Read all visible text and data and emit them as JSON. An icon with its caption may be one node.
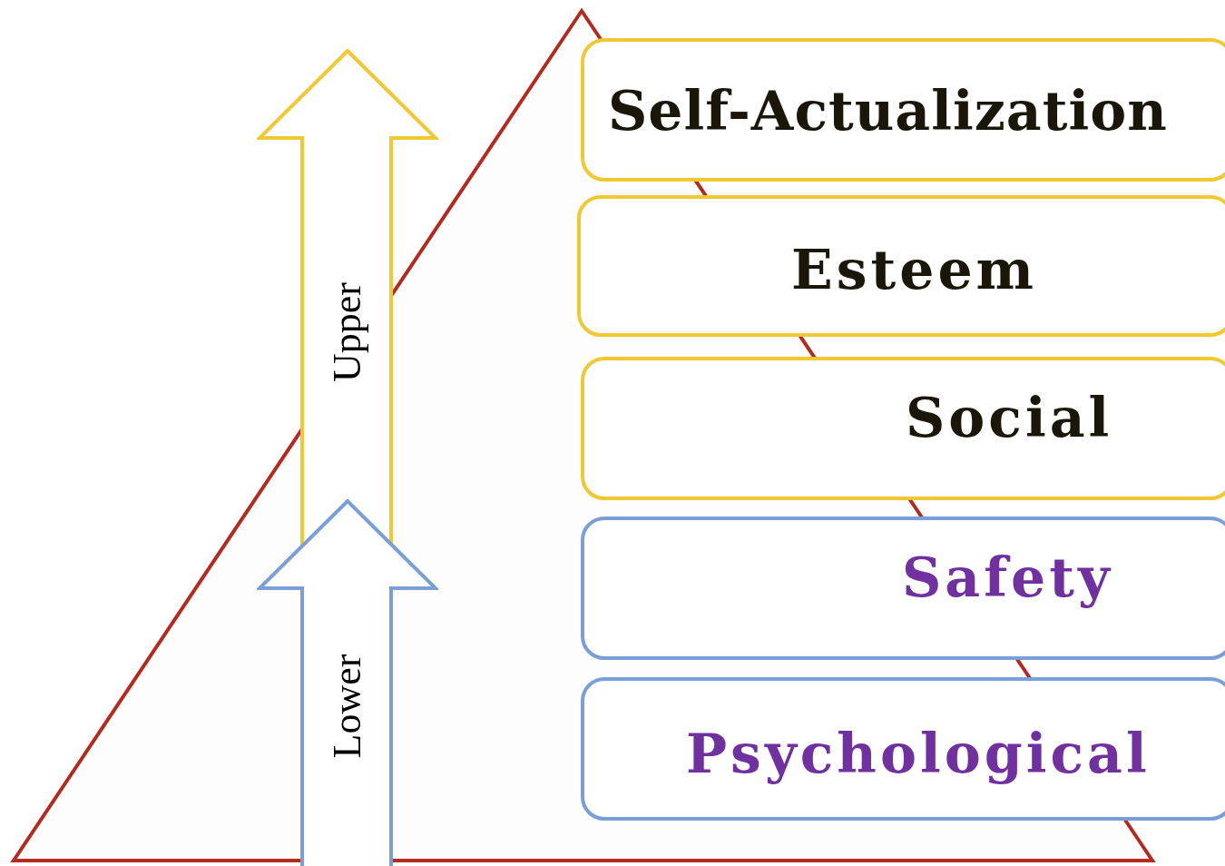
{
  "diagram": {
    "nodes": [
      {
        "text": [
          "Self-Actualization"
        ]
      },
      {
        "text": [
          "Esteem"
        ]
      },
      {
        "text": [
          "Social"
        ]
      },
      {
        "text": [
          "Safety"
        ]
      },
      {
        "text": [
          "Psychological"
        ]
      },
      {
        "text": [
          "Upper"
        ]
      },
      {
        "text": [
          "Lower"
        ]
      }
    ],
    "edges": []
  }
}
